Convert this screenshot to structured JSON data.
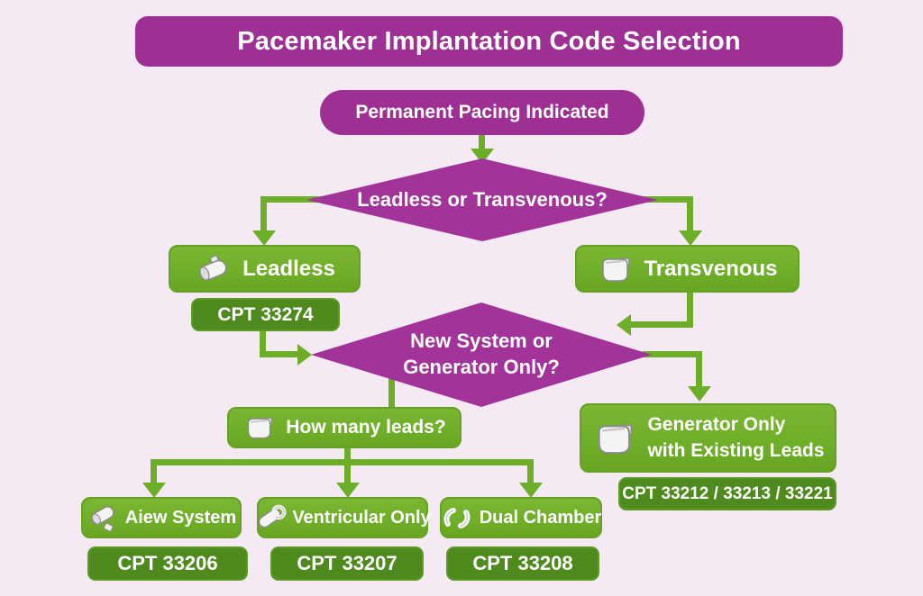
{
  "title": "Pacemaker Implantation Code Selection",
  "colors": {
    "background": "#f5eaf4",
    "banner_purple": "#9e3094",
    "diamond_purple": "#a23399",
    "node_green": "#6fae28",
    "cpt_dark_green": "#4e8a1d",
    "arrow_green": "#6cae27",
    "text": "#ffffff"
  },
  "flow": {
    "start": "Permanent Pacing Indicated",
    "decision1": "Leadless or Transvenous?",
    "decision2_line1": "New System or",
    "decision2_line2": "Generator Only?",
    "leadless": {
      "label": "Leadless",
      "icon": "leadless-capsule-icon",
      "cpt": "CPT 33274"
    },
    "transvenous": {
      "label": "Transvenous",
      "icon": "pacemaker-generator-icon"
    },
    "how_many_leads": {
      "label": "How many leads?",
      "icon": "pacemaker-generator-icon"
    },
    "generator_only": {
      "label_line1": "Generator Only",
      "label_line2": "with Existing Leads",
      "icon": "pacemaker-generator-icon",
      "cpt": "CPT 33212 / 33213 / 33221"
    },
    "new_system": {
      "label": "Aiew System",
      "icon": "capsule-lead-icon",
      "cpt": "CPT 33206"
    },
    "ventricular_only": {
      "label": "Ventricular Only",
      "icon": "single-lead-icon",
      "cpt": "CPT 33207"
    },
    "dual_chamber": {
      "label": "Dual Chamber",
      "icon": "dual-lead-icon",
      "cpt": "CPT 33208"
    }
  }
}
